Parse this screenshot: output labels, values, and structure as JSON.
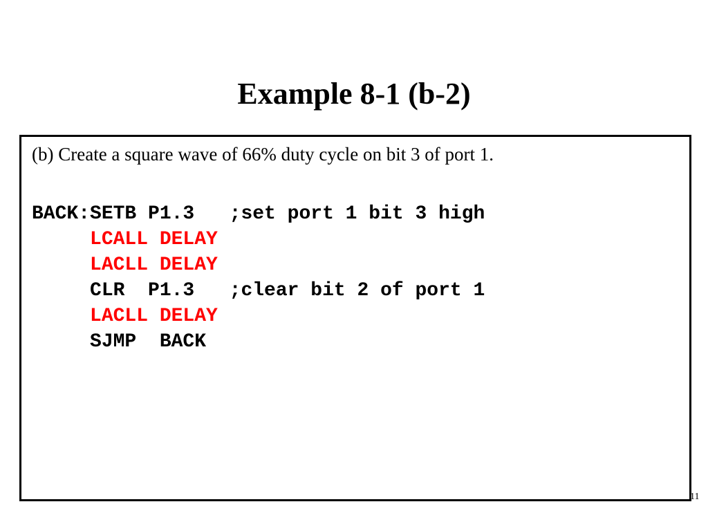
{
  "slide": {
    "title": "Example 8-1 (b-2)",
    "intro": "(b) Create a square wave of 66% duty cycle on bit 3 of port 1.",
    "page_number": "11"
  },
  "colors": {
    "text": "#000000",
    "highlight": "#ff0000",
    "border": "#000000"
  },
  "code": [
    {
      "text": "BACK:SETB P1.3   ;set port 1 bit 3 high",
      "highlight": false
    },
    {
      "text": "     LCALL DELAY",
      "highlight": true
    },
    {
      "text": "     LACLL DELAY",
      "highlight": true
    },
    {
      "text": "     CLR  P1.3   ;clear bit 2 of port 1",
      "highlight": false
    },
    {
      "text": "     LACLL DELAY",
      "highlight": true
    },
    {
      "text": "     SJMP  BACK",
      "highlight": false
    }
  ]
}
